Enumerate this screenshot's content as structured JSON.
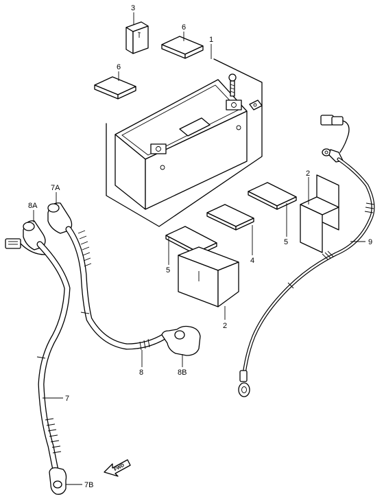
{
  "callouts": {
    "c1": "1",
    "c2a": "2",
    "c2b": "2",
    "c3": "3",
    "c4": "4",
    "c5a": "5",
    "c5b": "5",
    "c6a": "6",
    "c6b": "6",
    "c7": "7",
    "c7a": "7A",
    "c7b": "7B",
    "c8": "8",
    "c8a": "8A",
    "c8b": "8B",
    "c9": "9"
  },
  "direction_arrow": {
    "label": "FWD"
  },
  "colors": {
    "line": "#000000",
    "background": "#ffffff"
  }
}
